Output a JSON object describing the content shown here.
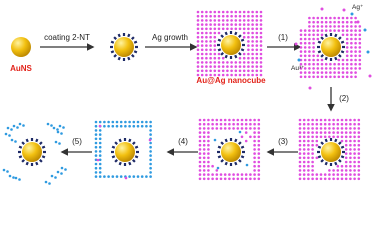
{
  "labels": {
    "aunps": "AuNS",
    "coating": "coating 2-NT",
    "growth": "Ag growth",
    "nanocube": "Au@Ag nanocube",
    "ag_ion": "Ag⁺",
    "au_ion": "Au³⁺"
  },
  "steps": {
    "s1": "(1)",
    "s2": "(2)",
    "s3": "(3)",
    "s4": "(4)",
    "s5": "(5)"
  },
  "colors": {
    "gold": "#f2c010",
    "gold_dark": "#b98500",
    "silver_dots": "#e04de0",
    "ligand": "#1e2a66",
    "red_label": "#e2231a",
    "blue_dots": "#2e9ae0",
    "arrow": "#333333"
  }
}
